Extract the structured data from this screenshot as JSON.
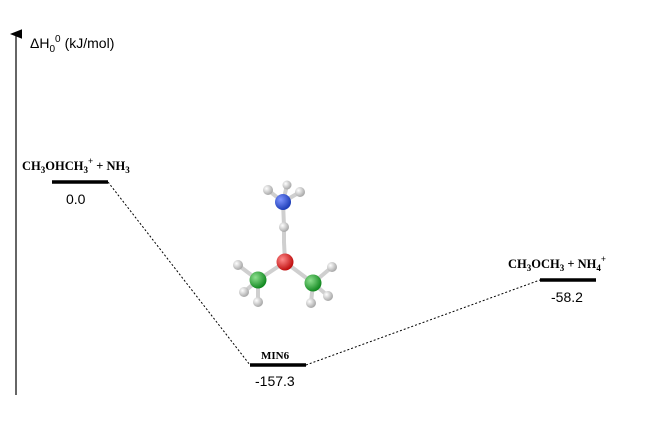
{
  "axis": {
    "label_main": "ΔH",
    "label_sub": "0",
    "label_sup": "0",
    "label_unit": "(kJ/mol)"
  },
  "states": {
    "reactants": {
      "label_parts": [
        "CH",
        "3",
        "OHCH",
        "3",
        "+",
        " + NH",
        "3"
      ],
      "value": "0.0"
    },
    "intermediate": {
      "label": "MIN6",
      "value": "-157.3"
    },
    "products": {
      "label_parts": [
        "CH",
        "3",
        "OCH",
        "3",
        " + NH",
        "4",
        "+"
      ],
      "value": "-58.2"
    }
  },
  "colors": {
    "level": "#000000",
    "connector": "#000000",
    "atom_N": "#1f3fb8",
    "atom_O": "#d81b1b",
    "atom_C": "#1a9a2a",
    "atom_H": "#e6e6e6"
  }
}
